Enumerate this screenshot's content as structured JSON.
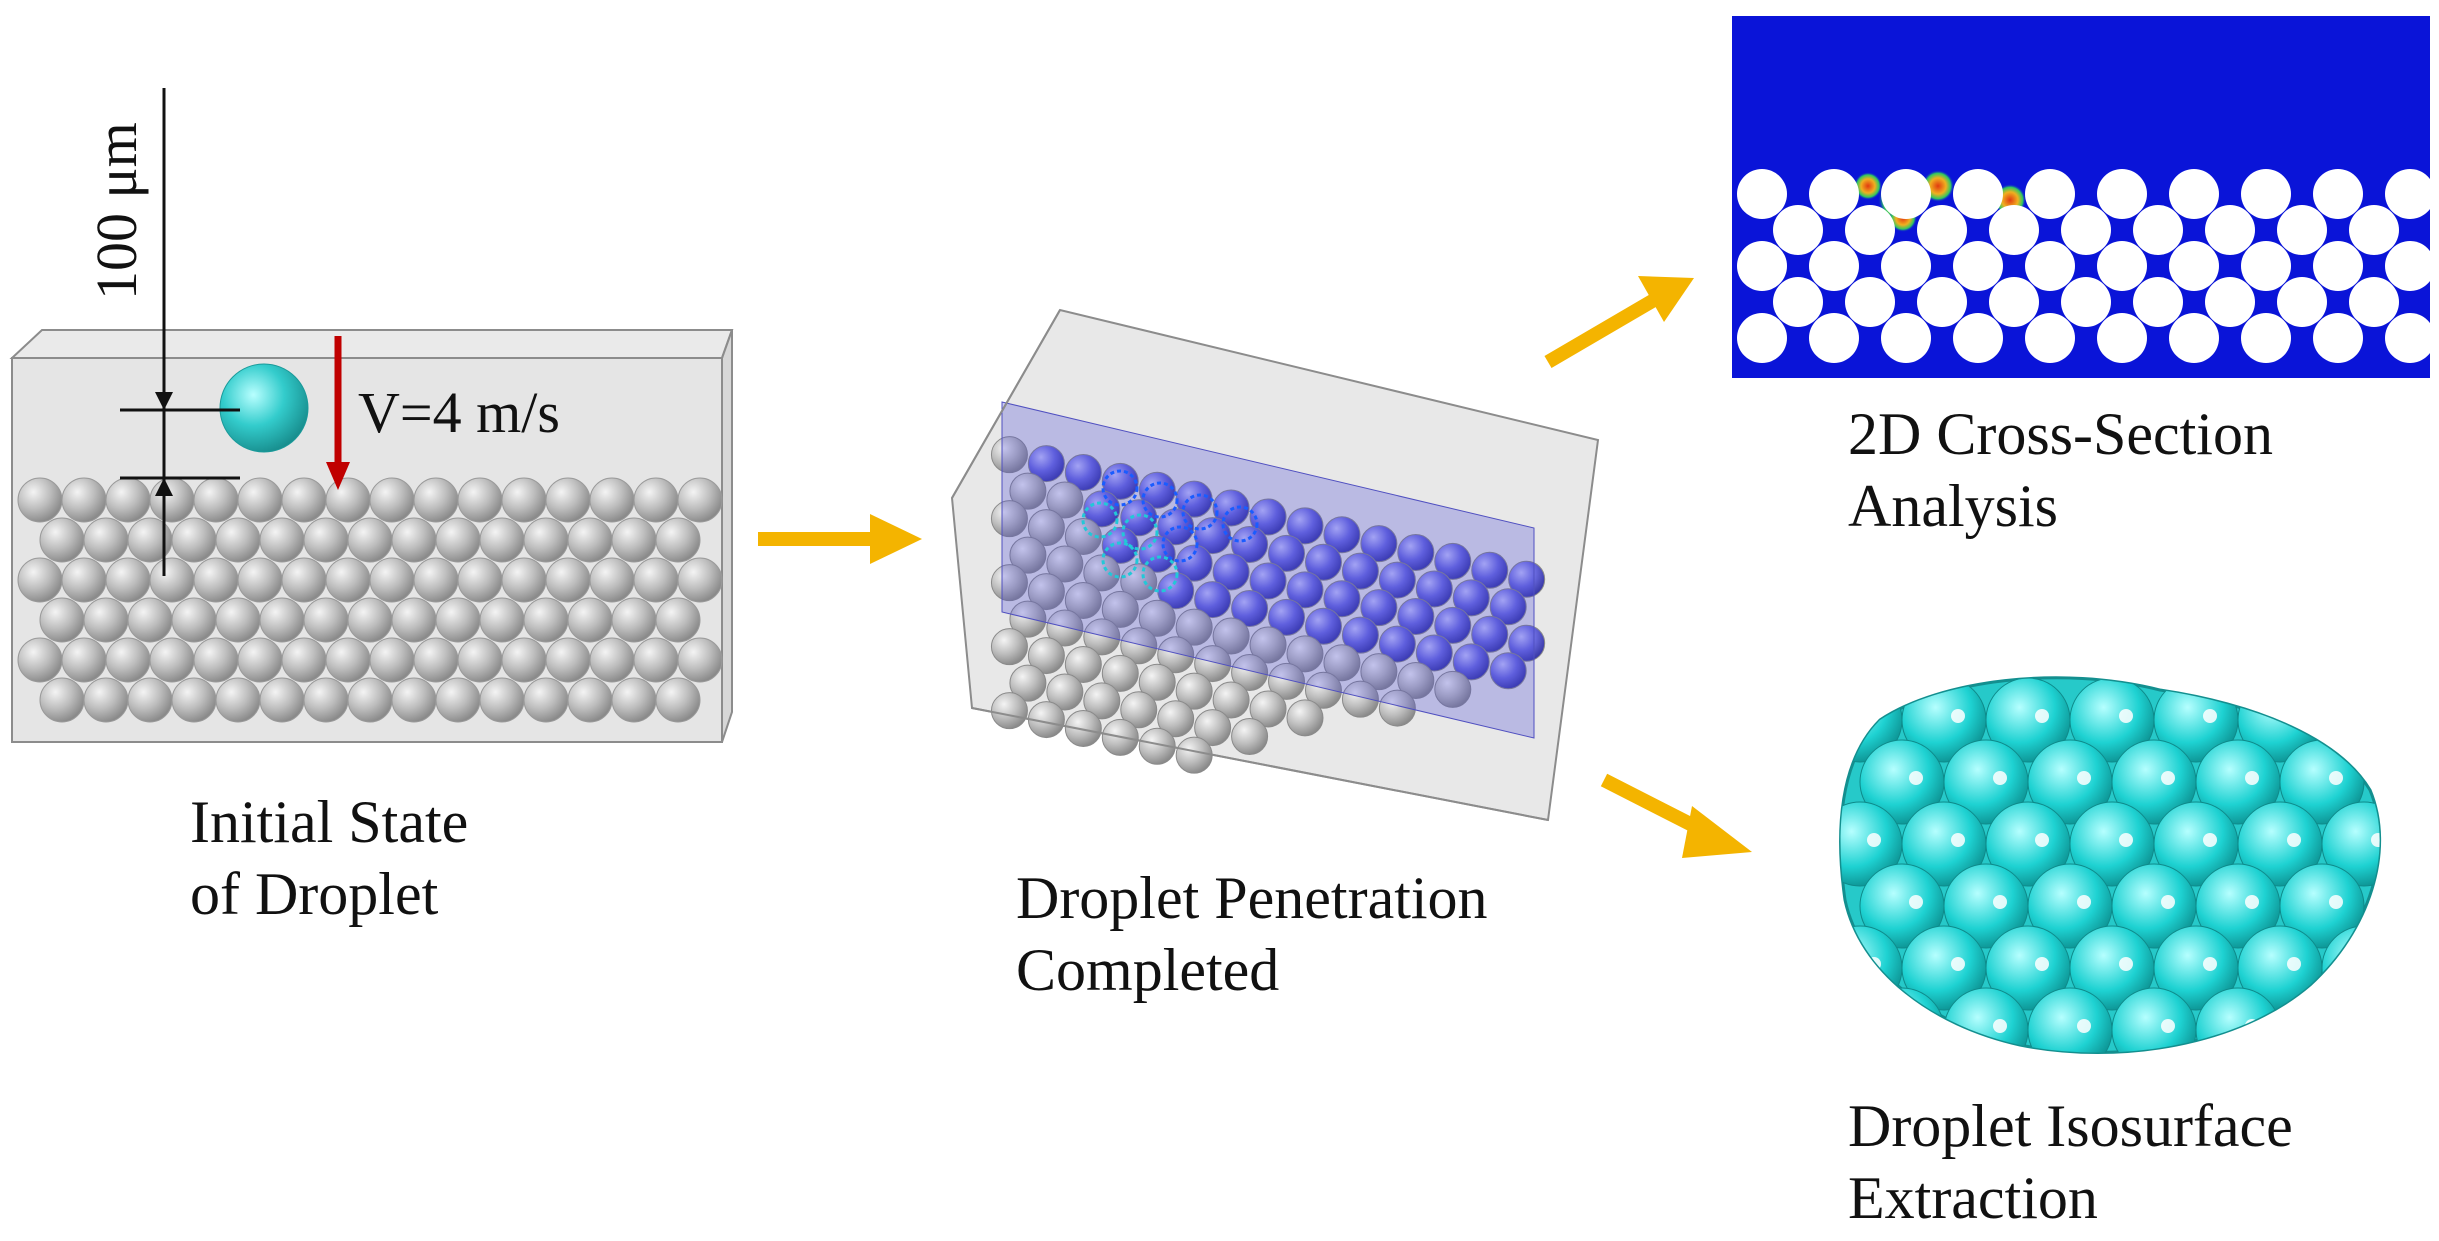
{
  "panels": {
    "initial": {
      "caption_line1": "Initial State",
      "caption_line2": "of Droplet",
      "distance_label": "100 μm",
      "velocity_label": "V=4 m/s"
    },
    "penetration": {
      "caption_line1": "Droplet Penetration",
      "caption_line2": "Completed"
    },
    "cross_section": {
      "caption_line1": "2D Cross-Section",
      "caption_line2": "Analysis"
    },
    "isosurface": {
      "caption_line1": "Droplet Isosurface",
      "caption_line2": "Extraction"
    }
  },
  "colors": {
    "arrow": "#f4b400",
    "velocity_arrow": "#c00000",
    "droplet": "#33cccc",
    "cross_section_background": "#0a14d8",
    "box_fill": "#c8c8c8",
    "sphere": "#b9b9b9",
    "section_plane": "#4646d8"
  }
}
